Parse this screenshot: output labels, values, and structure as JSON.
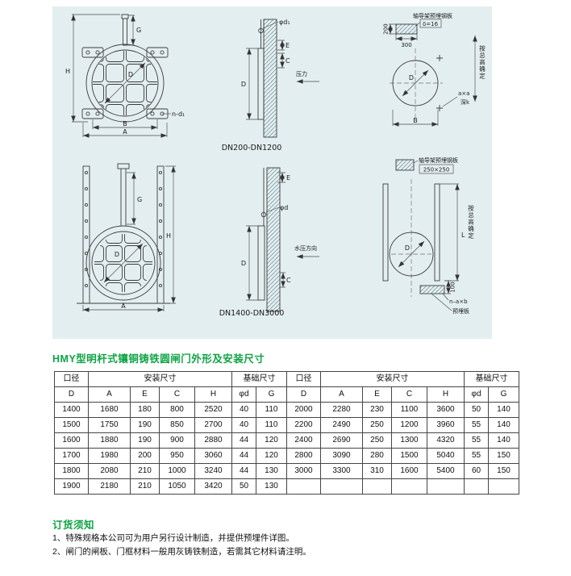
{
  "section_title": "HMY型明杆式镶铜铸铁圆闸门外形及安装尺寸",
  "drawings": {
    "row1": {
      "caption": "DN200-DN1200",
      "front": {
        "g": "G",
        "h": "H",
        "d": "D",
        "b": "B",
        "a": "A",
        "n_d1": "n-d₁"
      },
      "section": {
        "phi_d1": "φd₁",
        "e": "E",
        "c": "C",
        "d": "D",
        "pressure": "压力"
      },
      "install": {
        "plate_label": "轴导架预埋钢板",
        "delta": "δ=16",
        "dim_200": "200",
        "dim_300": "300",
        "d": "D",
        "b": "B",
        "a_x_a": "a×a",
        "depth_k": "深k",
        "height_note": "按总高确定"
      }
    },
    "row2": {
      "caption": "DN1400-DN3000",
      "front": {
        "g": "G",
        "h": "H",
        "d": "D",
        "a": "A"
      },
      "section": {
        "phi_d": "φd",
        "e": "E",
        "c": "C",
        "d": "D",
        "flow": "水压方向"
      },
      "install": {
        "plate_label": "轴导架预埋钢板",
        "plate_size": "250×250",
        "d": "D",
        "l": "L",
        "dim_100": "100",
        "n_axb": "n–a×b",
        "embed_plate": "预埋板",
        "height_note": "按总高确定"
      }
    }
  },
  "table": {
    "groups": [
      "口径",
      "安装尺寸",
      "基础尺寸"
    ],
    "cols": [
      "D",
      "A",
      "E",
      "C",
      "H",
      "φd",
      "G"
    ],
    "rows": [
      [
        "1400",
        "1680",
        "180",
        "800",
        "2520",
        "40",
        "110",
        "2000",
        "2280",
        "230",
        "1100",
        "3600",
        "50",
        "140"
      ],
      [
        "1500",
        "1750",
        "190",
        "850",
        "2700",
        "40",
        "110",
        "2200",
        "2490",
        "250",
        "1200",
        "3960",
        "55",
        "140"
      ],
      [
        "1600",
        "1880",
        "190",
        "900",
        "2880",
        "44",
        "120",
        "2400",
        "2690",
        "250",
        "1300",
        "4320",
        "55",
        "140"
      ],
      [
        "1700",
        "1980",
        "200",
        "950",
        "3060",
        "44",
        "120",
        "2800",
        "3090",
        "280",
        "1500",
        "5040",
        "55",
        "150"
      ],
      [
        "1800",
        "2080",
        "210",
        "1000",
        "3240",
        "44",
        "130",
        "3000",
        "3300",
        "310",
        "1600",
        "5400",
        "60",
        "150"
      ],
      [
        "1900",
        "2180",
        "210",
        "1050",
        "3420",
        "50",
        "130",
        "",
        "",
        "",
        "",
        "",
        "",
        ""
      ]
    ]
  },
  "notes": {
    "title": "订货须知",
    "items": [
      "1、特殊规格本公司可为用户另行设计制造，并提供预埋件详图。",
      "2、闸门的闸板、门框材料一般用灰铸铁制造，若需其它材料请注明。"
    ]
  }
}
